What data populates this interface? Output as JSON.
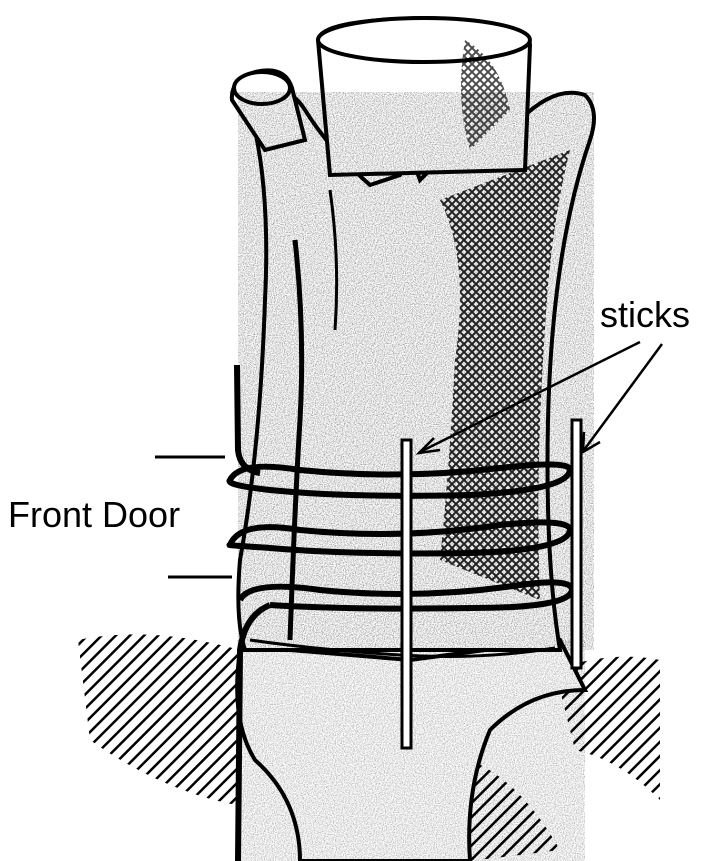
{
  "labels": {
    "front_door": "Front Door",
    "sticks": "sticks"
  },
  "colors": {
    "ink": "#000000",
    "paper": "#ffffff",
    "stipple": "#2b2b2b"
  },
  "illustration": {
    "subject": "tree-trunk-with-wire-coil-and-sticks"
  }
}
